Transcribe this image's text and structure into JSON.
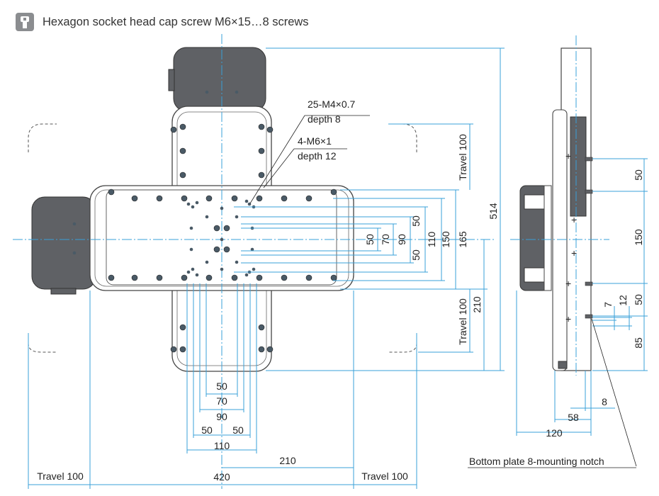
{
  "header": {
    "icon": "hex-socket-screw-icon",
    "text": "Hexagon socket head cap screw M6×15…8 screws"
  },
  "callouts": {
    "tap_a": "25-M4×0.7",
    "tap_a_depth": "depth 8",
    "tap_b": "4-M6×1",
    "tap_b_depth": "depth 12",
    "notch": "Bottom plate 8-mounting notch"
  },
  "vertical_dims": {
    "travel_top": "Travel 100",
    "travel_bottom": "Travel 100",
    "d514": "514",
    "d210": "210",
    "d165": "165",
    "d150": "150",
    "d110": "110",
    "d90": "90",
    "d70": "70",
    "d50a": "50",
    "d50b": "50",
    "d50c": "50"
  },
  "horizontal_dims": {
    "travel_left": "Travel 100",
    "travel_right": "Travel 100",
    "d420": "420",
    "d210": "210",
    "d110": "110",
    "d90": "90",
    "d70": "70",
    "d50": "50",
    "d50l": "50",
    "d50r": "50"
  },
  "side_dims": {
    "d50top": "50",
    "d150": "150",
    "d50": "50",
    "d85": "85",
    "d7": "7",
    "d12": "12",
    "d8": "8",
    "d58": "58",
    "d120": "120"
  }
}
